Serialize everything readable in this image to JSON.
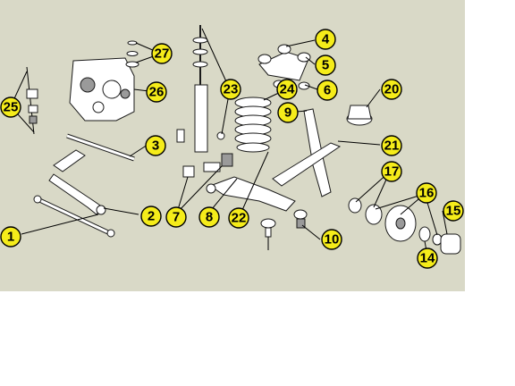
{
  "diagram": {
    "background_color": "#d9d9c7",
    "badge_color": "#f5ec1a",
    "callouts": [
      {
        "label": "1"
      },
      {
        "label": "2"
      },
      {
        "label": "3"
      },
      {
        "label": "4"
      },
      {
        "label": "5"
      },
      {
        "label": "6"
      },
      {
        "label": "7"
      },
      {
        "label": "8"
      },
      {
        "label": "9"
      },
      {
        "label": "10"
      },
      {
        "label": "14"
      },
      {
        "label": "15"
      },
      {
        "label": "16"
      },
      {
        "label": "17"
      },
      {
        "label": "20"
      },
      {
        "label": "21"
      },
      {
        "label": "22"
      },
      {
        "label": "23"
      },
      {
        "label": "24"
      },
      {
        "label": "25"
      },
      {
        "label": "26"
      },
      {
        "label": "27"
      }
    ]
  }
}
